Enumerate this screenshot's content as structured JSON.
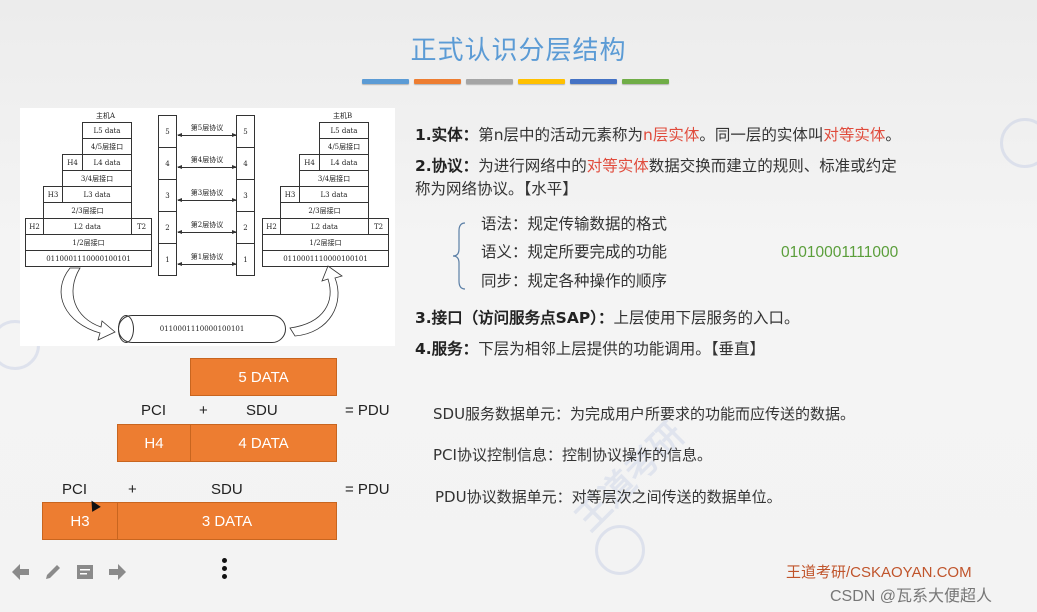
{
  "slide": {
    "title": "正式认识分层结构",
    "color_bars": [
      "#5b9bd5",
      "#ed7d31",
      "#a5a5a5",
      "#ffc000",
      "#4472c4",
      "#70ad47"
    ]
  },
  "diagram": {
    "host_a": {
      "label": "主机A",
      "rows": {
        "l5": "L5 data",
        "if45": "4/5层接口",
        "h4": "H4",
        "l4": "L4 data",
        "if34": "3/4层接口",
        "h3": "H3",
        "l3": "L3 data",
        "if23": "2/3层接口",
        "h2": "H2",
        "l2": "L2 data",
        "t2": "T2",
        "if12": "1/2层接口",
        "bits": "0110001110000100101"
      }
    },
    "host_b": {
      "label": "主机B",
      "rows": {
        "l5": "L5 data",
        "if45": "4/5层接口",
        "h4": "H4",
        "l4": "L4 data",
        "if34": "3/4层接口",
        "h3": "H3",
        "l3": "L3 data",
        "if23": "2/3层接口",
        "h2": "H2",
        "l2": "L2 data",
        "t2": "T2",
        "if12": "1/2层接口",
        "bits": "0110001110000100101"
      }
    },
    "layers": [
      {
        "num": "5",
        "protocol": "第5层协议"
      },
      {
        "num": "4",
        "protocol": "第4层协议"
      },
      {
        "num": "3",
        "protocol": "第3层协议"
      },
      {
        "num": "2",
        "protocol": "第2层协议"
      },
      {
        "num": "1",
        "protocol": "第1层协议"
      }
    ],
    "pipe_bits": "0110001110000100101"
  },
  "points": {
    "p1": {
      "label": "1.实体：",
      "t1": "第n层中的活动元素称为",
      "r1": "n层实体",
      "t2": "。同一层的实体叫",
      "r2": "对等实体",
      "t3": "。"
    },
    "p2": {
      "label": "2.协议：",
      "t1": "为进行网络中的",
      "r1": "对等实体",
      "t2": "数据交换而建立的规则、标准或约定",
      "line2": "称为网络协议。【水平】"
    },
    "elements": [
      "语法：规定传输数据的格式",
      "语义：规定所要完成的功能",
      "同步：规定各种操作的顺序"
    ],
    "example_bits": "01010001111000",
    "p3": {
      "label": "3.接口（访问服务点SAP）：",
      "text": "上层使用下层服务的入口。"
    },
    "p4": {
      "label": "4.服务：",
      "text": "下层为相邻上层提供的功能调用。【垂直】"
    }
  },
  "pdu": {
    "row1": {
      "data": "5 DATA"
    },
    "row2": {
      "pci": "PCI",
      "plus": "+",
      "sdu": "SDU",
      "eq": "= PDU",
      "header": "H4",
      "data": "4 DATA"
    },
    "row3": {
      "pci": "PCI",
      "plus": "+",
      "sdu": "SDU",
      "eq": "= PDU",
      "header": "H3",
      "data": "3 DATA"
    },
    "colors": {
      "block": "#ed7d31"
    }
  },
  "definitions": {
    "sdu": "SDU服务数据单元：为完成用户所要求的功能而应传送的数据。",
    "pci": "PCI协议控制信息：控制协议操作的信息。",
    "pdu": "PDU协议数据单元：对等层次之间传送的数据单位。"
  },
  "toolbar": {
    "prev": "prev-arrow-icon",
    "pen": "pen-icon",
    "notes": "notes-icon",
    "next": "next-arrow-icon",
    "more": "more-vertical-icon"
  },
  "footer": {
    "brand": "王道考研/CSKAOYAN.COM",
    "csdn": "CSDN @瓦系大便超人"
  }
}
